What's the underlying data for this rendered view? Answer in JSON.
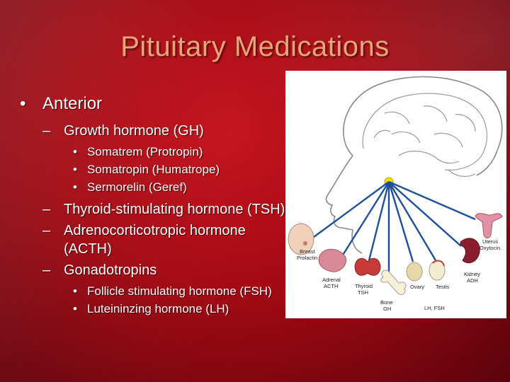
{
  "title": "Pituitary Medications",
  "bullets": {
    "anterior": "Anterior",
    "gh": "Growth hormone (GH)",
    "gh_items": [
      "Somatrem (Protropin)",
      "Somatropin (Humatrope)",
      "Sermorelin (Geref)"
    ],
    "tsh": "Thyroid-stimulating hormone (TSH)",
    "acth": "Adrenocorticotropic hormone (ACTH)",
    "gonado": "Gonadotropins",
    "gonado_items": [
      "Follicle stimulating hormone (FSH)",
      "Luteininzing hormone (LH)"
    ]
  },
  "diagram": {
    "labels": {
      "breast": "Breast",
      "breast_hormone": "Prolactin",
      "adrenal": "Adrenal",
      "adrenal_hormone": "ACTH",
      "thyroid": "Thyroid",
      "thyroid_hormone": "TSH",
      "bone": "Bone",
      "bone_hormone": "GH",
      "ovary": "Ovary",
      "testis": "Testis",
      "gonad_hormone": "LH, FSH",
      "kidney": "Kidney",
      "kidney_hormone": "ADH",
      "uterus": "Uterus",
      "uterus_hormone": "Oxytocin"
    },
    "colors": {
      "arrow": "#1d4f9c",
      "gland": "#f2e000",
      "outline": "#777777"
    }
  }
}
